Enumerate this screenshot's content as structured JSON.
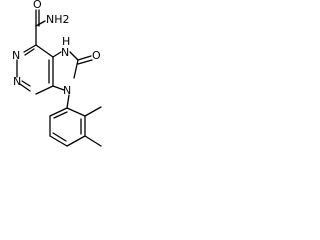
{
  "structure": {
    "atoms": {
      "carboxamide_nh2": "NH2",
      "carbonyl_o": "O",
      "imidazole_nh": "N",
      "imidazole_h": "H",
      "ring_n_top": "N",
      "ring_n_bottom": "N",
      "imidazole_n_aryl": "N",
      "oxo_o": "O"
    },
    "colors": {
      "bonds": "#000000",
      "text": "#000000",
      "background": "#ffffff"
    }
  }
}
